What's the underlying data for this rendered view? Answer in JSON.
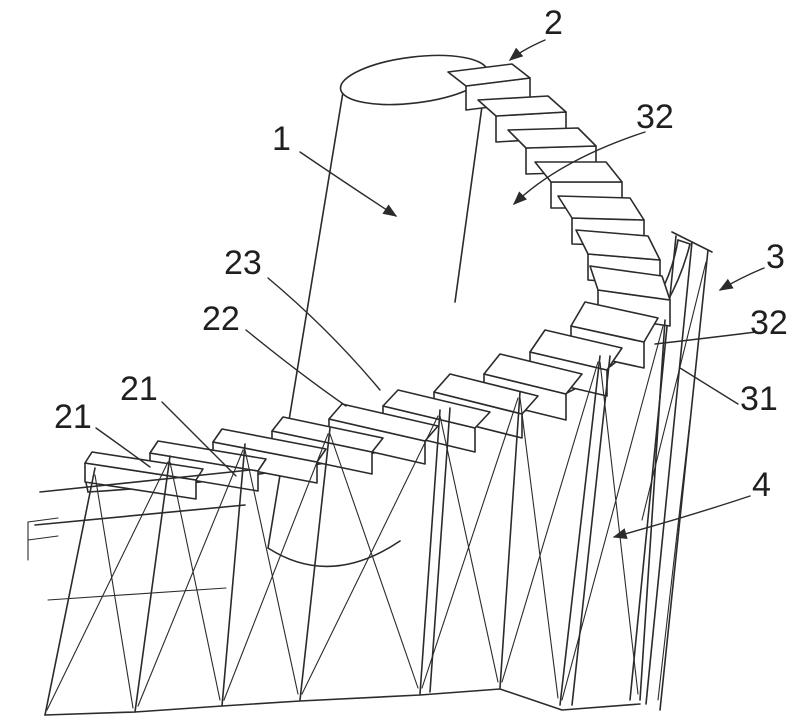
{
  "figure": {
    "kind": "patent-line-drawing",
    "subject": "spiral staircase with central column and truss supports",
    "colors": {
      "line": "#2b2b2b",
      "background": "#ffffff",
      "label": "#1f1f1f"
    },
    "labels": {
      "l1": "1",
      "l2": "2",
      "l3": "3",
      "l4": "4",
      "l21a": "21",
      "l21b": "21",
      "l22": "22",
      "l23": "23",
      "l31": "31",
      "l32a": "32",
      "l32b": "32"
    }
  }
}
